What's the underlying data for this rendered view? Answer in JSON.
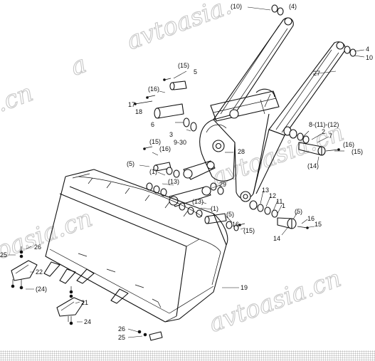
{
  "watermark": {
    "text": "avtoasia.cn",
    "fragments": [
      "avtoasia.",
      "a",
      ".cn",
      "avtoasia.cn",
      "avtoasia.cn",
      "avtoasia.cn"
    ]
  },
  "callouts": {
    "c1": "(10)",
    "c2": "(4)",
    "c3": "4",
    "c4": "10",
    "c5": "27",
    "c6": "(15)",
    "c7": "5",
    "c8": "(16)",
    "c9": "17",
    "c10": "18",
    "c11": "6",
    "c12": "3",
    "c13": "9-30",
    "c14": "28",
    "c15": "8-(11)-(12)",
    "c16": "2",
    "c17": "7",
    "c18": "(16)",
    "c19": "(15)",
    "c20": "(14)",
    "c21": "(15)",
    "c22": "(16)",
    "c23": "(5)",
    "c24": "(1)",
    "c25": "(13)",
    "c26": "29",
    "c27": "(13)",
    "c28": "(1)",
    "c29": "(5)",
    "c30": "16",
    "c31": "(15)",
    "c32": "13",
    "c33": "12",
    "c34": "11",
    "c35": "1",
    "c36": "(5)",
    "c37": "16",
    "c38": "15",
    "c39": "14",
    "c40": "25",
    "c41": "26",
    "c42": "22",
    "c43": "(24)",
    "c44": "19",
    "c45": "21",
    "c46": "24",
    "c47": "26",
    "c48": "25"
  }
}
